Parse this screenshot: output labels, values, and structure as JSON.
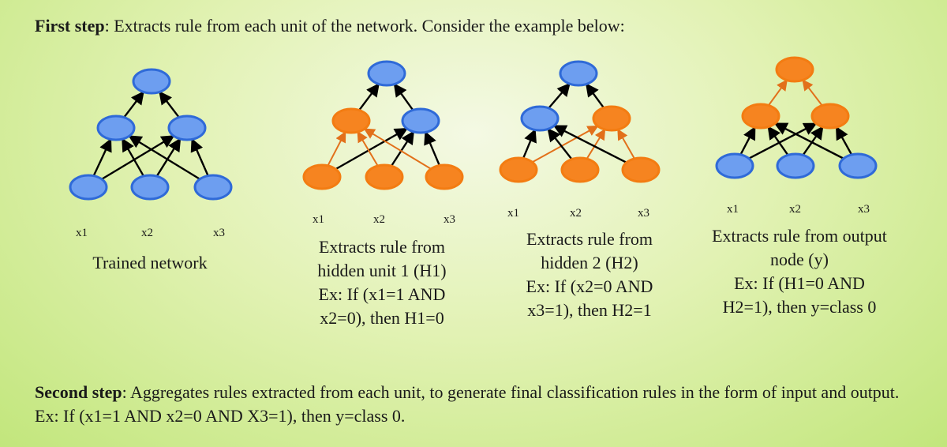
{
  "step1": {
    "label": "First step",
    "text": ": Extracts rule from each  unit of the network. Consider the example below:"
  },
  "step2": {
    "label": "Second step",
    "text": ": Aggregates rules extracted from each unit, to generate final classification rules in the form of input and output. Ex: If (x1=1 AND x2=0 AND X3=1), then y=class 0."
  },
  "colors": {
    "blue": "#6d9ef0",
    "orange": "#f68420",
    "orange_stroke": "#f37c12",
    "blue_stroke": "#2f6ad8"
  },
  "networks": [
    {
      "inputs": [
        "x1",
        "x2",
        "x3"
      ],
      "caption": "Trained network",
      "highlight": {
        "inputs": [
          false,
          false,
          false
        ],
        "hidden": [
          false,
          false
        ],
        "output": false,
        "edges_in_h1": false,
        "edges_in_h2": false,
        "edges_out": false
      }
    },
    {
      "inputs": [
        "x1",
        "x2",
        "x3"
      ],
      "caption": "Extracts rule from\nhidden unit 1 (H1)\nEx: If (x1=1 AND\nx2=0), then H1=0",
      "highlight": {
        "inputs": [
          true,
          true,
          true
        ],
        "hidden": [
          true,
          false
        ],
        "output": false,
        "edges_in_h1": true,
        "edges_in_h2": false,
        "edges_out": false
      }
    },
    {
      "inputs": [
        "x1",
        "x2",
        "x3"
      ],
      "caption": "Extracts rule from\nhidden 2 (H2)\nEx: If (x2=0 AND\nx3=1), then H2=1",
      "highlight": {
        "inputs": [
          true,
          true,
          true
        ],
        "hidden": [
          false,
          true
        ],
        "output": false,
        "edges_in_h1": false,
        "edges_in_h2": true,
        "edges_out": false
      }
    },
    {
      "inputs": [
        "x1",
        "x2",
        "x3"
      ],
      "caption": "Extracts rule from output\nnode (y)\nEx: If (H1=0 AND\nH2=1), then y=class 0",
      "highlight": {
        "inputs": [
          false,
          false,
          false
        ],
        "hidden": [
          true,
          true
        ],
        "output": true,
        "edges_in_h1": false,
        "edges_in_h2": false,
        "edges_out": true
      }
    }
  ]
}
